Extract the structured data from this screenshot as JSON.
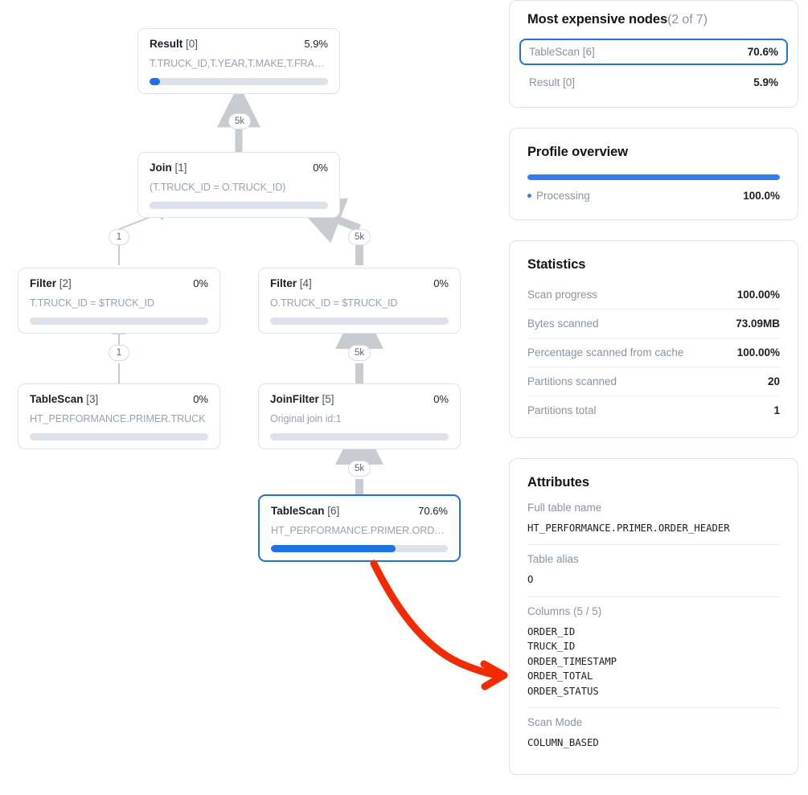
{
  "graph": {
    "nodes": [
      {
        "id": "result-0",
        "title": "Result",
        "index": "[0]",
        "percent": "5.9%",
        "detail": "T.TRUCK_ID,T.YEAR,T.MAKE,T.FRANCHI...",
        "bar_fill": 5.9,
        "selected": false
      },
      {
        "id": "join-1",
        "title": "Join",
        "index": "[1]",
        "percent": "0%",
        "detail": "(T.TRUCK_ID = O.TRUCK_ID)",
        "bar_fill": 0,
        "selected": false
      },
      {
        "id": "filter-2",
        "title": "Filter",
        "index": "[2]",
        "percent": "0%",
        "detail": "T.TRUCK_ID = $TRUCK_ID",
        "bar_fill": 0,
        "selected": false
      },
      {
        "id": "filter-4",
        "title": "Filter",
        "index": "[4]",
        "percent": "0%",
        "detail": "O.TRUCK_ID = $TRUCK_ID",
        "bar_fill": 0,
        "selected": false
      },
      {
        "id": "tablescan-3",
        "title": "TableScan",
        "index": "[3]",
        "percent": "0%",
        "detail": "HT_PERFORMANCE.PRIMER.TRUCK",
        "bar_fill": 0,
        "selected": false
      },
      {
        "id": "joinfilter-5",
        "title": "JoinFilter",
        "index": "[5]",
        "percent": "0%",
        "detail": "Original join id:1",
        "bar_fill": 0,
        "selected": false
      },
      {
        "id": "tablescan-6",
        "title": "TableScan",
        "index": "[6]",
        "percent": "70.6%",
        "detail": "HT_PERFORMANCE.PRIMER.ORDER_HE...",
        "bar_fill": 70.6,
        "selected": true
      }
    ],
    "edge_badges": [
      {
        "id": "edge-result-join",
        "label": "5k"
      },
      {
        "id": "edge-join-filter2",
        "label": "1"
      },
      {
        "id": "edge-join-filter4",
        "label": "5k"
      },
      {
        "id": "edge-filter2-tablescan3",
        "label": "1"
      },
      {
        "id": "edge-filter4-joinfilter5",
        "label": "5k"
      },
      {
        "id": "edge-joinfilter5-tablescan6",
        "label": "5k"
      }
    ]
  },
  "expensive": {
    "title": "Most expensive nodes",
    "count_label": "(2 of 7)",
    "rows": [
      {
        "name": "TableScan [6]",
        "value": "70.6%",
        "selected": true
      },
      {
        "name": "Result [0]",
        "value": "5.9%",
        "selected": false
      }
    ]
  },
  "profile": {
    "title": "Profile overview",
    "bar_fill": 100,
    "rows": [
      {
        "label": "Processing",
        "value": "100.0%"
      }
    ]
  },
  "statistics": {
    "title": "Statistics",
    "rows": [
      {
        "key": "Scan progress",
        "value": "100.00%"
      },
      {
        "key": "Bytes scanned",
        "value": "73.09MB"
      },
      {
        "key": "Percentage scanned from cache",
        "value": "100.00%"
      },
      {
        "key": "Partitions scanned",
        "value": "20"
      },
      {
        "key": "Partitions total",
        "value": "1"
      }
    ]
  },
  "attributes": {
    "title": "Attributes",
    "rows": [
      {
        "key": "Full table name",
        "value": "HT_PERFORMANCE.PRIMER.ORDER_HEADER"
      },
      {
        "key": "Table alias",
        "value": "O"
      },
      {
        "key": "Columns (5 / 5)",
        "value": "ORDER_ID\nTRUCK_ID\nORDER_TIMESTAMP\nORDER_TOTAL\nORDER_STATUS"
      },
      {
        "key": "Scan Mode",
        "value": "COLUMN_BASED"
      }
    ]
  },
  "colors": {
    "accent": "#1a73e8",
    "bar_track": "#dde1e8",
    "annotation": "#f62a00",
    "edge": "#c8cbd0"
  }
}
